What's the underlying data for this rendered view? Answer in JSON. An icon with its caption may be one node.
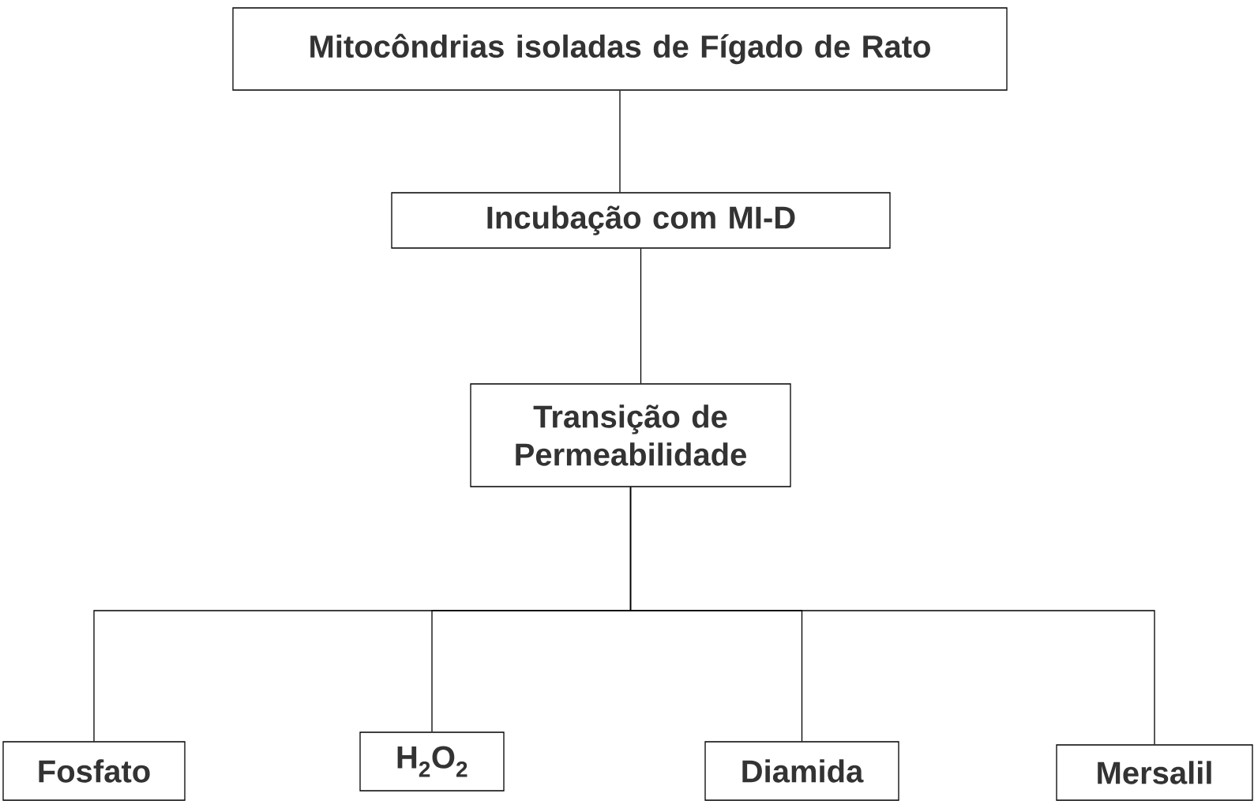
{
  "diagram": {
    "nodes": [
      {
        "text": [
          "Mitocôndrias isoladas de Fígado de Rato"
        ]
      },
      {
        "text": [
          "Incubação com MI-D"
        ]
      },
      {
        "text": [
          "Transição de Permeabilidade"
        ]
      },
      {
        "text": [
          "Fosfato"
        ]
      },
      {
        "text": [
          "H$_{2}$O$_{2}$"
        ]
      },
      {
        "text": [
          "Diamida"
        ]
      },
      {
        "text": [
          "Mersalil"
        ]
      }
    ],
    "edges": [
      {
        "from": 0,
        "to": 1,
        "arrow": "none"
      },
      {
        "from": 1,
        "to": 2,
        "arrow": "none"
      },
      {
        "from": 2,
        "to": 3,
        "arrow": "none"
      },
      {
        "from": 2,
        "to": 4,
        "arrow": "none"
      },
      {
        "from": 2,
        "to": 5,
        "arrow": "none"
      },
      {
        "from": 2,
        "to": 6,
        "arrow": "none"
      }
    ]
  }
}
